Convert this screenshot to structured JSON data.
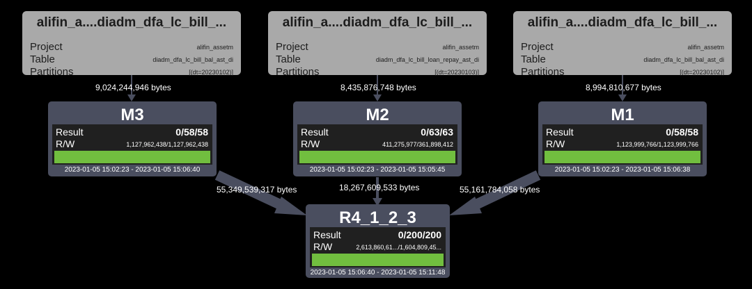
{
  "colors": {
    "background": "#000000",
    "table_node": "#a9a9a9",
    "task_node": "#4a4e5f",
    "progress": "#71be3f",
    "edge": "#4a4e5f"
  },
  "table_nodes": [
    {
      "title": "alifin_a....diadm_dfa_lc_bill_...",
      "project_label": "Project",
      "project": "alifin_assetm",
      "table_label": "Table",
      "table": "diadm_dfa_lc_bill_bal_ast_di",
      "partitions_label": "Partitions",
      "partitions": "[(dt=20230102)]"
    },
    {
      "title": "alifin_a....diadm_dfa_lc_bill_...",
      "project_label": "Project",
      "project": "alifin_assetm",
      "table_label": "Table",
      "table": "diadm_dfa_lc_bill_loan_repay_ast_di",
      "partitions_label": "Partitions",
      "partitions": "[(dt=20230103)]"
    },
    {
      "title": "alifin_a....diadm_dfa_lc_bill_...",
      "project_label": "Project",
      "project": "alifin_assetm",
      "table_label": "Table",
      "table": "diadm_dfa_lc_bill_bal_ast_di",
      "partitions_label": "Partitions",
      "partitions": "[(dt=20230102)]"
    }
  ],
  "task_nodes": {
    "m3": {
      "title": "M3",
      "result_label": "Result",
      "result": "0/58/58",
      "rw_label": "R/W",
      "rw": "1,127,962,438/1,127,962,438",
      "progress": 1.0,
      "time": "2023-01-05 15:02:23 - 2023-01-05 15:06:40"
    },
    "m2": {
      "title": "M2",
      "result_label": "Result",
      "result": "0/63/63",
      "rw_label": "R/W",
      "rw": "411,275,977/361,898,412",
      "progress": 1.0,
      "time": "2023-01-05 15:02:23 - 2023-01-05 15:05:45"
    },
    "m1": {
      "title": "M1",
      "result_label": "Result",
      "result": "0/58/58",
      "rw_label": "R/W",
      "rw": "1,123,999,766/1,123,999,766",
      "progress": 1.0,
      "time": "2023-01-05 15:02:23 - 2023-01-05 15:06:38"
    },
    "r4": {
      "title": "R4_1_2_3",
      "result_label": "Result",
      "result": "0/200/200",
      "rw_label": "R/W",
      "rw": "2,613,860,61.../1,604,809,45...",
      "progress": 1.0,
      "time": "2023-01-05 15:06:40 - 2023-01-05 15:11:48"
    }
  },
  "edges": {
    "t1_m3": "9,024,244,946 bytes",
    "t2_m2": "8,435,876,748 bytes",
    "t3_m1": "8,994,810,677 bytes",
    "m3_r4": "55,349,539,317 bytes",
    "m2_r4": "18,267,609,533 bytes",
    "m1_r4": "55,161,784,058 bytes"
  }
}
